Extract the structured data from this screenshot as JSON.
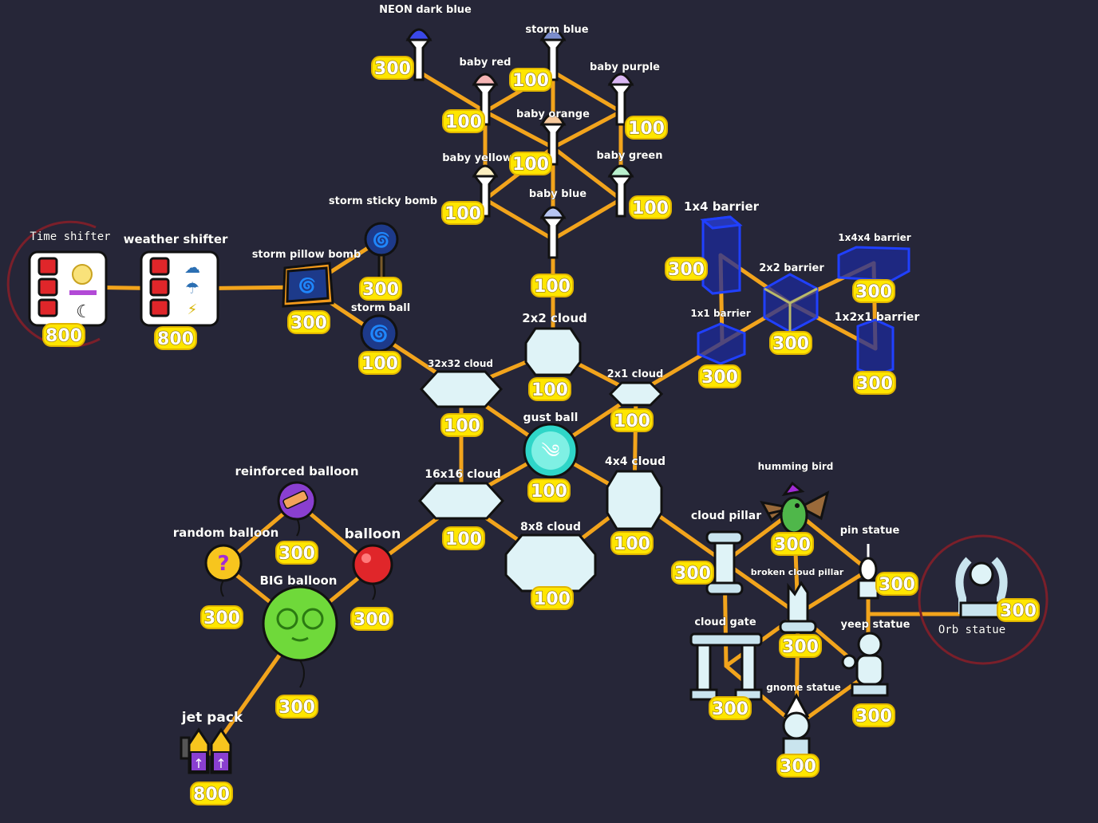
{
  "colors": {
    "background": "#262638",
    "link": "#f2a41c",
    "cost_badge": "#ffe600",
    "ring": "#7a1f2a",
    "cloud": "#dff3f7",
    "barrier": "#1f35d6"
  },
  "items": {
    "neon_dark_blue": {
      "label": "NEON dark blue",
      "cost": "300",
      "icon": "torch-icon"
    },
    "storm_blue": {
      "label": "storm blue",
      "cost": "100",
      "icon": "torch-icon"
    },
    "baby_red": {
      "label": "baby red",
      "cost": "100",
      "icon": "torch-icon"
    },
    "baby_purple": {
      "label": "baby purple",
      "cost": "100",
      "icon": "torch-icon"
    },
    "baby_orange": {
      "label": "baby orange",
      "cost": "100",
      "icon": "torch-icon"
    },
    "baby_yellow": {
      "label": "baby yellow",
      "cost": "100",
      "icon": "torch-icon"
    },
    "baby_green": {
      "label": "baby green",
      "cost": "100",
      "icon": "torch-icon"
    },
    "baby_blue": {
      "label": "baby blue",
      "cost": "100",
      "icon": "torch-icon"
    },
    "storm_sticky_bomb": {
      "label": "storm sticky bomb",
      "cost": "300",
      "icon": "sticky-bomb-icon"
    },
    "storm_pillow_bomb": {
      "label": "storm pillow bomb",
      "cost": "300",
      "icon": "pillow-bomb-icon"
    },
    "storm_ball": {
      "label": "storm ball",
      "cost": "100",
      "icon": "storm-ball-icon"
    },
    "time_shifter": {
      "label": "Time shifter",
      "cost": "800",
      "icon": "time-shifter-icon"
    },
    "weather_shifter": {
      "label": "weather shifter",
      "cost": "800",
      "icon": "weather-shifter-icon"
    },
    "cloud_2x2": {
      "label": "2x2 cloud",
      "cost": "100",
      "icon": "cloud-block-icon"
    },
    "cloud_32x32": {
      "label": "32x32 cloud",
      "cost": "100",
      "icon": "cloud-block-icon"
    },
    "cloud_2x1": {
      "label": "2x1 cloud",
      "cost": "100",
      "icon": "cloud-block-icon"
    },
    "gust_ball": {
      "label": "gust ball",
      "cost": "100",
      "icon": "gust-ball-icon"
    },
    "cloud_16x16": {
      "label": "16x16 cloud",
      "cost": "100",
      "icon": "cloud-block-icon"
    },
    "cloud_4x4": {
      "label": "4x4 cloud",
      "cost": "100",
      "icon": "cloud-block-icon"
    },
    "cloud_8x8": {
      "label": "8x8 cloud",
      "cost": "100",
      "icon": "cloud-block-icon"
    },
    "barrier_1x4": {
      "label": "1x4 barrier",
      "cost": "300",
      "icon": "barrier-icon"
    },
    "barrier_2x2": {
      "label": "2x2 barrier",
      "cost": "300",
      "icon": "barrier-icon"
    },
    "barrier_1x4x4": {
      "label": "1x4x4 barrier",
      "cost": "300",
      "icon": "barrier-icon"
    },
    "barrier_1x1": {
      "label": "1x1 barrier",
      "cost": "300",
      "icon": "barrier-icon"
    },
    "barrier_1x2x1": {
      "label": "1x2x1 barrier",
      "cost": "300",
      "icon": "barrier-icon"
    },
    "reinforced_balloon": {
      "label": "reinforced balloon",
      "cost": "300",
      "icon": "balloon-icon"
    },
    "random_balloon": {
      "label": "random balloon",
      "cost": "300",
      "icon": "balloon-icon"
    },
    "balloon": {
      "label": "balloon",
      "cost": "300",
      "icon": "balloon-icon"
    },
    "big_balloon": {
      "label": "BIG balloon",
      "cost": "300",
      "icon": "big-balloon-icon"
    },
    "jet_pack": {
      "label": "jet pack",
      "cost": "800",
      "icon": "jet-pack-icon"
    },
    "humming_bird": {
      "label": "humming bird",
      "cost": "300",
      "icon": "humming-bird-icon"
    },
    "cloud_pillar": {
      "label": "cloud pillar",
      "cost": "300",
      "icon": "pillar-icon"
    },
    "pin_statue": {
      "label": "pin statue",
      "cost": "300",
      "icon": "pin-statue-icon"
    },
    "broken_cloud_pillar": {
      "label": "broken cloud pillar",
      "cost": "300",
      "icon": "broken-pillar-icon"
    },
    "orb_statue": {
      "label": "Orb statue",
      "cost": "300",
      "icon": "orb-statue-icon"
    },
    "cloud_gate": {
      "label": "cloud gate",
      "cost": "300",
      "icon": "gate-icon"
    },
    "yeep_statue": {
      "label": "yeep statue",
      "cost": "300",
      "icon": "yeep-statue-icon"
    },
    "gnome_statue": {
      "label": "gnome statue",
      "cost": "300",
      "icon": "gnome-statue-icon"
    }
  }
}
